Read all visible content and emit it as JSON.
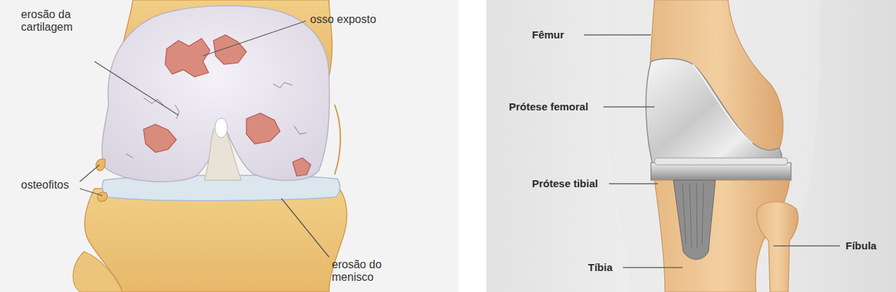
{
  "diagram": {
    "labels": [
      "osso exposto",
      "erosão da cartilagem",
      "osteofitos",
      "erosão do menisco",
      "Fêmur",
      "Prótese femoral",
      "Prótese tibial",
      "Fíbula",
      "Tíbia"
    ]
  }
}
